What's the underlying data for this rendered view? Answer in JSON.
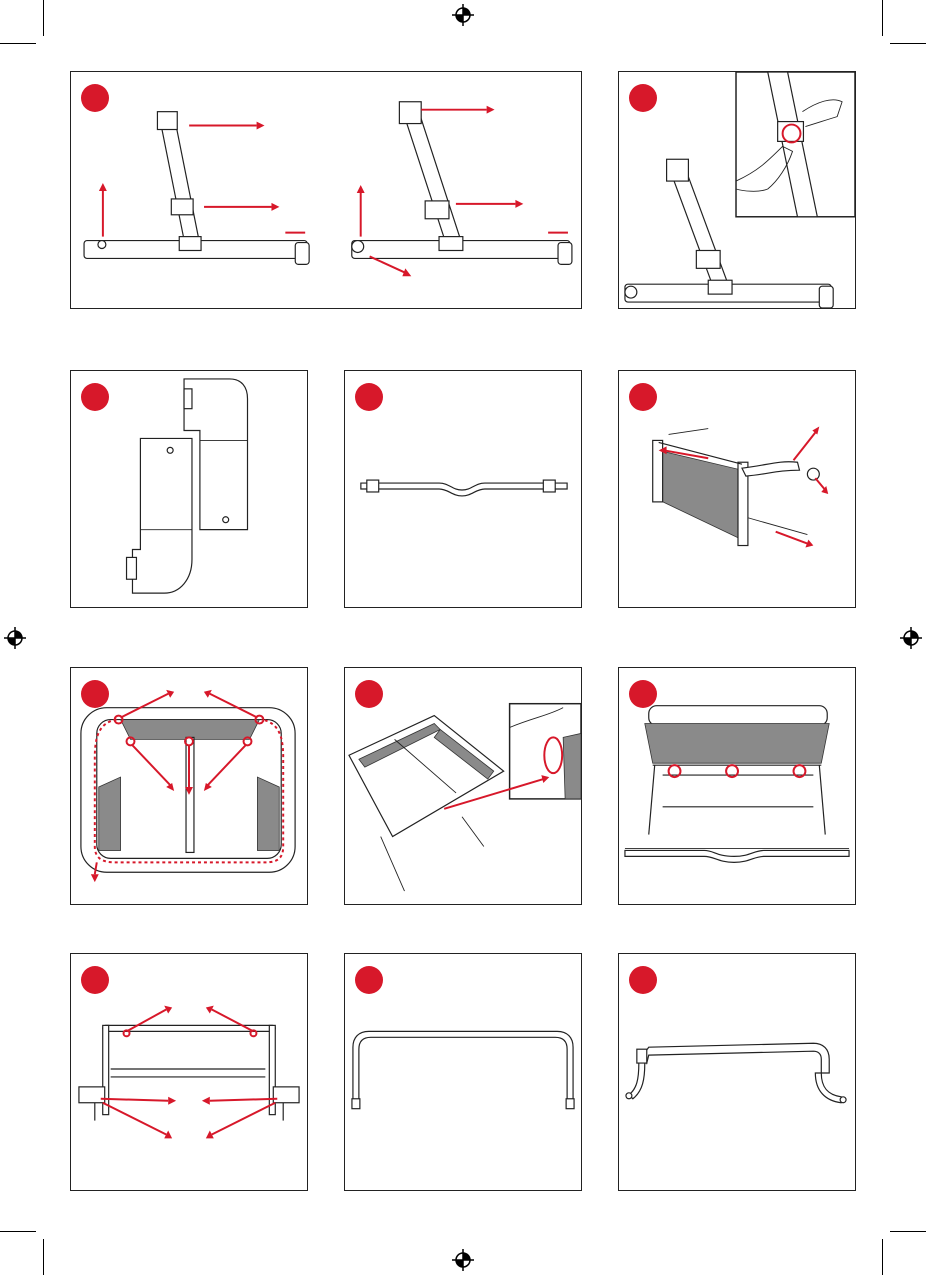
{
  "page": {
    "title": "",
    "description_colors": {
      "accent": "#d7182a",
      "line": "#222222",
      "background": "#ffffff"
    }
  },
  "panels": [
    {
      "id": "frame-leg-assembly",
      "icons": [
        "step-badge",
        "arrow-icon"
      ]
    },
    {
      "id": "leg-lock-detail",
      "icons": [
        "step-badge",
        "hand-icon"
      ]
    },
    {
      "id": "end-cover-parts",
      "icons": [
        "step-badge"
      ]
    },
    {
      "id": "cross-bar-part",
      "icons": [
        "step-badge"
      ]
    },
    {
      "id": "side-frame-assembly",
      "icons": [
        "step-badge",
        "arrow-icon"
      ]
    },
    {
      "id": "bassinet-top-view",
      "icons": [
        "step-badge",
        "arrow-icon"
      ]
    },
    {
      "id": "bassinet-corner-detail",
      "icons": [
        "step-badge",
        "arrow-icon"
      ]
    },
    {
      "id": "bassinet-on-frame",
      "icons": [
        "step-badge"
      ]
    },
    {
      "id": "base-frame-assembly",
      "icons": [
        "step-badge",
        "arrow-icon"
      ]
    },
    {
      "id": "canopy-bar-part",
      "icons": [
        "step-badge"
      ]
    },
    {
      "id": "handle-bar-part",
      "icons": [
        "step-badge"
      ]
    }
  ]
}
